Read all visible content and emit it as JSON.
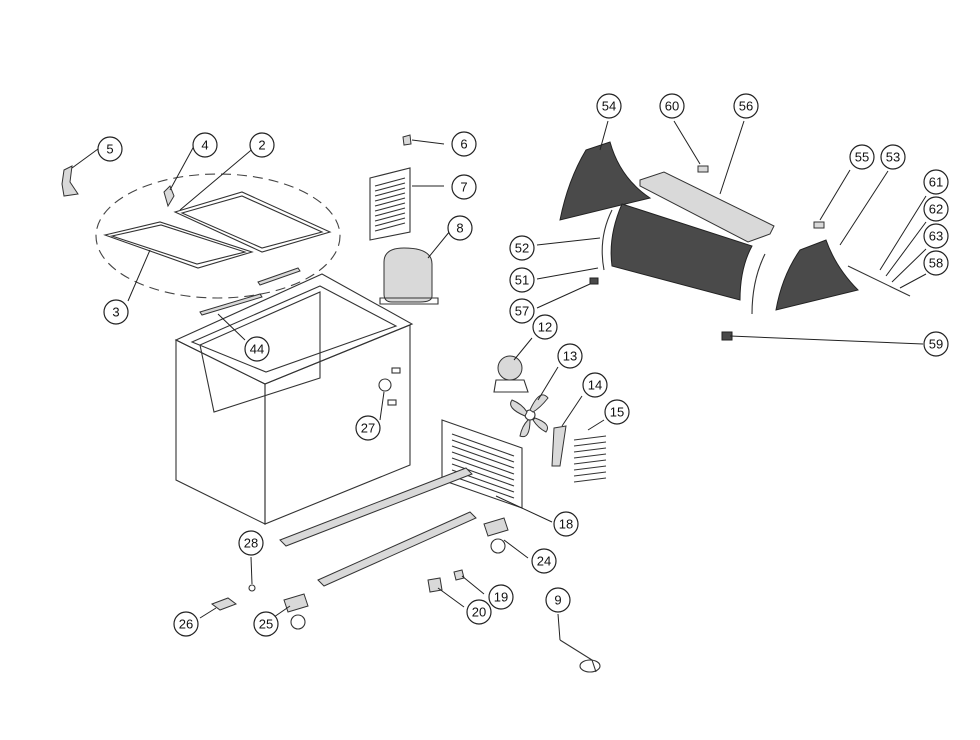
{
  "diagram": {
    "type": "exploded-parts-view",
    "callouts": [
      {
        "id": "c5",
        "label": "5"
      },
      {
        "id": "c4",
        "label": "4"
      },
      {
        "id": "c2",
        "label": "2"
      },
      {
        "id": "c3",
        "label": "3"
      },
      {
        "id": "c44",
        "label": "44"
      },
      {
        "id": "c6",
        "label": "6"
      },
      {
        "id": "c7",
        "label": "7"
      },
      {
        "id": "c8",
        "label": "8"
      },
      {
        "id": "c27",
        "label": "27"
      },
      {
        "id": "c54",
        "label": "54"
      },
      {
        "id": "c60",
        "label": "60"
      },
      {
        "id": "c56",
        "label": "56"
      },
      {
        "id": "c55",
        "label": "55"
      },
      {
        "id": "c53",
        "label": "53"
      },
      {
        "id": "c61",
        "label": "61"
      },
      {
        "id": "c62",
        "label": "62"
      },
      {
        "id": "c63",
        "label": "63"
      },
      {
        "id": "c58",
        "label": "58"
      },
      {
        "id": "c52",
        "label": "52"
      },
      {
        "id": "c51",
        "label": "51"
      },
      {
        "id": "c57",
        "label": "57"
      },
      {
        "id": "c59",
        "label": "59"
      },
      {
        "id": "c12",
        "label": "12"
      },
      {
        "id": "c13",
        "label": "13"
      },
      {
        "id": "c14",
        "label": "14"
      },
      {
        "id": "c15",
        "label": "15"
      },
      {
        "id": "c18",
        "label": "18"
      },
      {
        "id": "c24",
        "label": "24"
      },
      {
        "id": "c28",
        "label": "28"
      },
      {
        "id": "c26",
        "label": "26"
      },
      {
        "id": "c25",
        "label": "25"
      },
      {
        "id": "c19",
        "label": "19"
      },
      {
        "id": "c20",
        "label": "20"
      },
      {
        "id": "c9",
        "label": "9"
      }
    ]
  }
}
